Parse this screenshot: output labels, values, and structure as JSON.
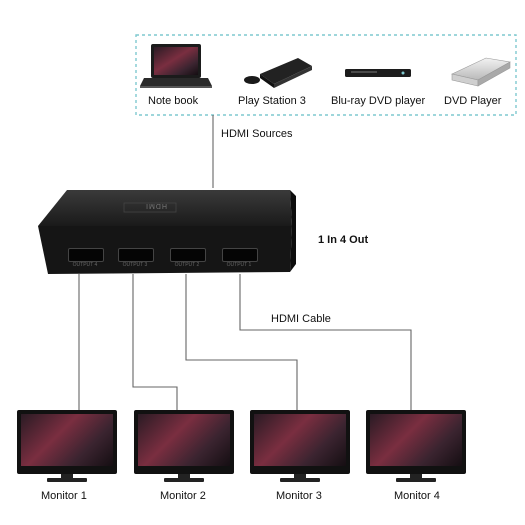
{
  "sources_group": {
    "label": "HDMI Sources",
    "devices": [
      {
        "name": "Note book",
        "icon": "laptop-icon"
      },
      {
        "name": "Play Station 3",
        "icon": "game-console-icon"
      },
      {
        "name": "Blu-ray DVD player",
        "icon": "bluray-player-icon"
      },
      {
        "name": "DVD Player",
        "icon": "dvd-player-icon"
      }
    ]
  },
  "splitter": {
    "label": "1 In 4 Out",
    "icon": "hdmi-splitter-icon",
    "brand_text": "HDMI",
    "port_labels": [
      "OUTPUT 4",
      "OUTPUT 3",
      "OUTPUT 2",
      "OUTPUT 1"
    ]
  },
  "cable_label": "HDMI Cable",
  "monitors": [
    {
      "name": "Monitor 1",
      "icon": "monitor-icon"
    },
    {
      "name": "Monitor 2",
      "icon": "monitor-icon"
    },
    {
      "name": "Monitor 3",
      "icon": "monitor-icon"
    },
    {
      "name": "Monitor 4",
      "icon": "monitor-icon"
    }
  ],
  "colors": {
    "dashed_border": "#7fc9cf",
    "connector_line": "#666666",
    "device_body": "#1b1b1b",
    "monitor_screen": "#6a2c3a"
  }
}
